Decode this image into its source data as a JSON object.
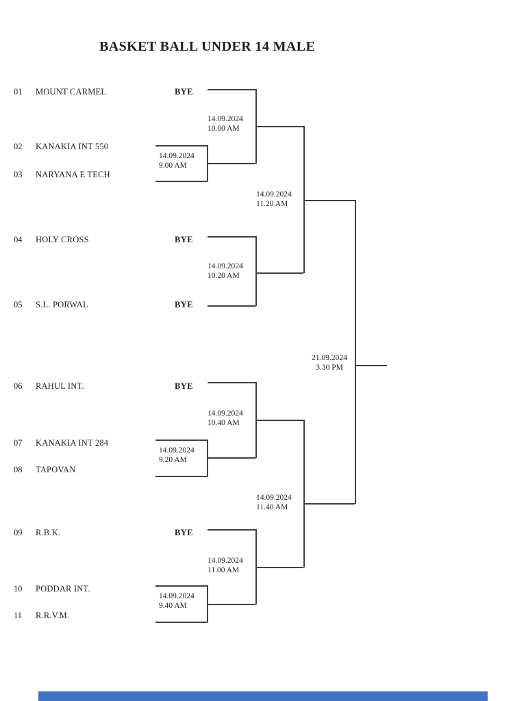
{
  "page": {
    "title": "BASKET BALL UNDER 14 MALE"
  },
  "entries": [
    {
      "num": "01",
      "name": "MOUNT CARMEL",
      "bye": "BYE"
    },
    {
      "num": "02",
      "name": "KANAKIA INT 550",
      "bye": ""
    },
    {
      "num": "03",
      "name": "NARYANA E TECH",
      "bye": ""
    },
    {
      "num": "04",
      "name": "HOLY CROSS",
      "bye": "BYE"
    },
    {
      "num": "05",
      "name": "S.L. PORWAL",
      "bye": "BYE"
    },
    {
      "num": "06",
      "name": "RAHUL INT.",
      "bye": "BYE"
    },
    {
      "num": "07",
      "name": "KANAKIA INT 284",
      "bye": ""
    },
    {
      "num": "08",
      "name": "TAPOVAN",
      "bye": ""
    },
    {
      "num": "09",
      "name": "R.B.K.",
      "bye": "BYE"
    },
    {
      "num": "10",
      "name": "PODDAR INT.",
      "bye": ""
    },
    {
      "num": "11",
      "name": "R.R.V.M.",
      "bye": ""
    }
  ],
  "matches": {
    "r1_m1": {
      "date": "14.09.2024",
      "time": "9.00 AM"
    },
    "r1_m2": {
      "date": "14.09.2024",
      "time": "9.20 AM"
    },
    "r1_m3": {
      "date": "14.09.2024",
      "time": "9.40 AM"
    },
    "r2_m1": {
      "date": "14.09.2024",
      "time": "10.00 AM"
    },
    "r2_m2": {
      "date": "14.09.2024",
      "time": "10.20 AM"
    },
    "r2_m3": {
      "date": "14.09.2024",
      "time": "10.40 AM"
    },
    "r2_m4": {
      "date": "14.09.2024",
      "time": "11.00 AM"
    },
    "sf1": {
      "date": "14.09.2024",
      "time": "11.20 AM"
    },
    "sf2": {
      "date": "14.09.2024",
      "time": "11.40 AM"
    },
    "final": {
      "date": "21.09.2024",
      "time": "3.30 PM"
    }
  },
  "footer": {
    "accent_color": "#4472c4"
  }
}
